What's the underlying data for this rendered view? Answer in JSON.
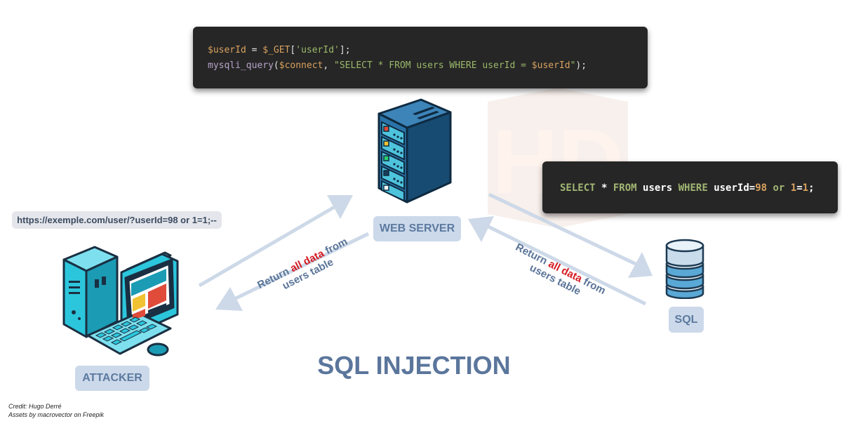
{
  "code_top": {
    "line1": {
      "var1": "$userId",
      "op": " = ",
      "var2": "$_GET",
      "br1": "[",
      "str": "'userId'",
      "br2": "];"
    },
    "line2": {
      "fn": "mysqli_query",
      "p1": "(",
      "var": "$connect",
      "comma": ", ",
      "str": "\"SELECT * FROM users WHERE userId = ",
      "var2": "$userId",
      "str_end": "\"",
      "end": ");"
    }
  },
  "code_query": {
    "kw1": "SELECT",
    "star": " * ",
    "kw2": "FROM",
    "table": " users ",
    "kw3": "WHERE",
    "col": " userId=",
    "n1": "98",
    "kw4": " or ",
    "n2": "1",
    "eq": "=",
    "n3": "1",
    "semi": ";"
  },
  "labels": {
    "web_server": "WEB SERVER",
    "sql": "SQL",
    "attacker": "ATTACKER",
    "url": "https://exemple.com/user/?userId=98 or 1=1;--",
    "title": "SQL INJECTION"
  },
  "return_left": {
    "l1_a": "Return ",
    "l1_b": "all data",
    "l1_c": " from",
    "l2": "users table"
  },
  "return_right": {
    "l1_a": "Return ",
    "l1_b": "all data",
    "l1_c": " from",
    "l2": "users table"
  },
  "credits": {
    "line1": "Credit: Hugo Derré",
    "line2": "Assets by macrovector on Freepik"
  },
  "watermark": "HD",
  "colors": {
    "arrow": "#cdd9e8",
    "pill_bg": "#ccd9ea",
    "pill_text": "#5c7aa0",
    "highlight_red": "#d51c24",
    "code_bg": "#262626",
    "server_blue": "#1c5a86",
    "computer_cyan": "#2cc6dc"
  },
  "icons": {
    "server": "server-rack-icon",
    "database": "database-icon",
    "attacker": "desktop-computer-icon"
  }
}
